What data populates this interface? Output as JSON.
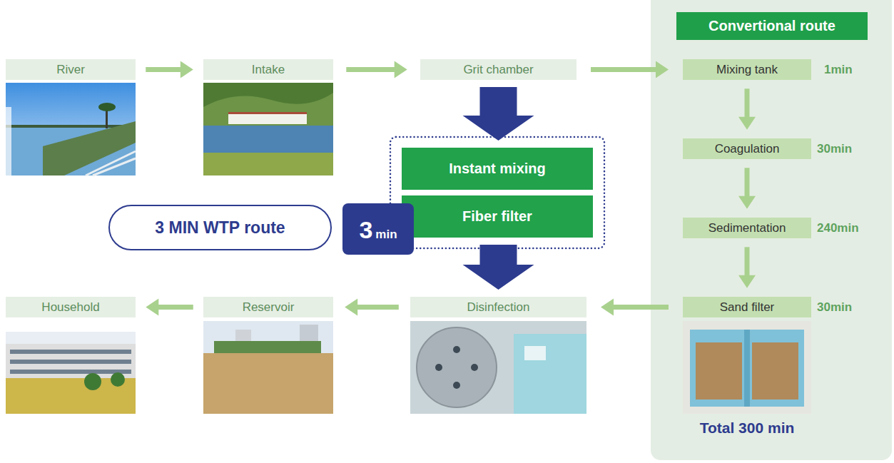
{
  "diagram": {
    "nodes": [
      {
        "text": [
          "River"
        ]
      },
      {
        "text": [
          "Intake"
        ]
      },
      {
        "text": [
          "Grit chamber"
        ]
      },
      {
        "text": [
          "Convertional route",
          "Total 300 min"
        ]
      },
      {
        "text": [
          "Mixing tank"
        ],
        "in": 3
      },
      {
        "text": [
          "Coagulation"
        ],
        "in": 3
      },
      {
        "text": [
          "Sedimentation"
        ],
        "in": 3
      },
      {
        "text": [
          "Sand filter"
        ],
        "in": 3
      },
      {
        "text": [
          "Instant mixing"
        ]
      },
      {
        "text": [
          "Fiber filter"
        ]
      },
      {
        "text": [
          "3 MIN WTP route"
        ]
      },
      {
        "text": [
          "3",
          "min"
        ]
      },
      {
        "text": [
          "Disinfection"
        ]
      },
      {
        "text": [
          "Reservoir"
        ]
      },
      {
        "text": [
          "Household"
        ]
      }
    ],
    "edges": [
      {
        "from": 0,
        "to": 1,
        "arrow": "to"
      },
      {
        "from": 1,
        "to": 2,
        "arrow": "to"
      },
      {
        "from": 2,
        "to": 4,
        "arrow": "to"
      },
      {
        "from": 4,
        "to": 5,
        "arrow": "to"
      },
      {
        "from": 5,
        "to": 6,
        "arrow": "to"
      },
      {
        "from": 6,
        "to": 7,
        "arrow": "to"
      },
      {
        "from": 7,
        "to": 12,
        "arrow": "to"
      },
      {
        "from": 2,
        "to": 8,
        "arrow": "to"
      },
      {
        "from": 9,
        "to": 12,
        "arrow": "to"
      },
      {
        "from": 12,
        "to": 13,
        "arrow": "to"
      },
      {
        "from": 13,
        "to": 14,
        "arrow": "to"
      }
    ],
    "labels": [
      "1min",
      "30min",
      "240min",
      "30min"
    ]
  }
}
